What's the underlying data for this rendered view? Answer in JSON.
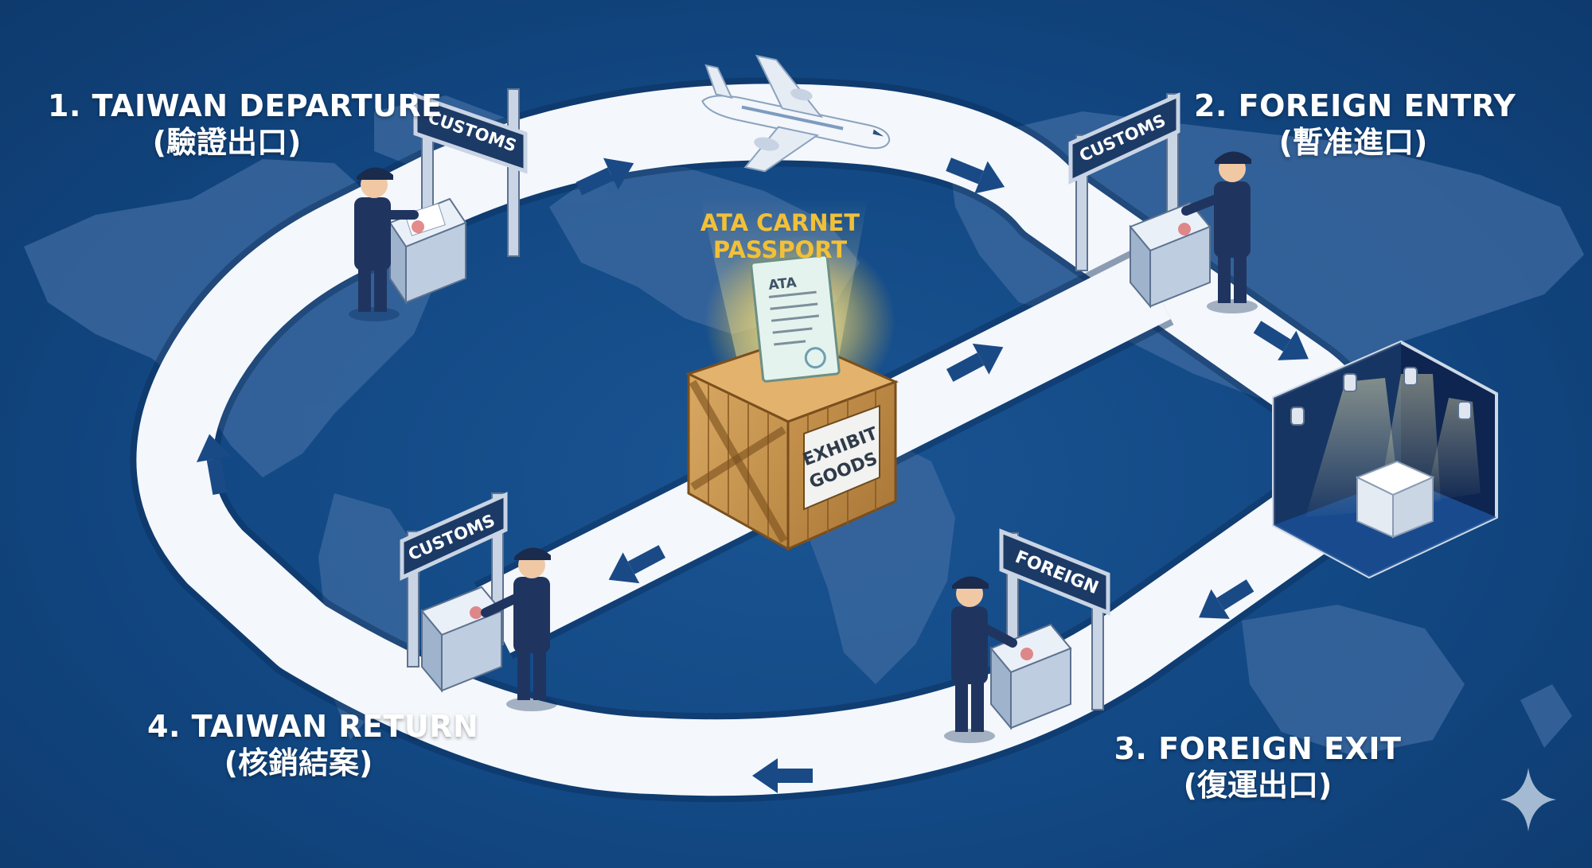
{
  "steps": [
    {
      "id": "1",
      "title": "1. TAIWAN DEPARTURE",
      "subtitle": "(驗證出口)"
    },
    {
      "id": "2",
      "title": "2. FOREIGN ENTRY",
      "subtitle": "(暫准進口)"
    },
    {
      "id": "3",
      "title": "3. FOREIGN EXIT",
      "subtitle": "(復運出口)"
    },
    {
      "id": "4",
      "title": "4. TAIWAN RETURN",
      "subtitle": "(核銷結案)"
    }
  ],
  "gates": {
    "top_left": "CUSTOMS",
    "top_right": "CUSTOMS",
    "bottom_left": "CUSTOMS",
    "bottom_right": "FOREIGN"
  },
  "center": {
    "passport_line1": "ATA CARNET",
    "passport_line2": "PASSPORT",
    "document_label": "ATA",
    "crate_line1": "EXHIBIT",
    "crate_line2": "GOODS"
  },
  "colors": {
    "background": "#134a86",
    "road": "#f4f7fb",
    "arrow": "#1a4a85",
    "accent_gold": "#f2c037",
    "officer_uniform": "#1f3560"
  },
  "icons": [
    "airplane-icon",
    "sparkle-icon",
    "official-stamp-icon",
    "spotlight-icon"
  ]
}
